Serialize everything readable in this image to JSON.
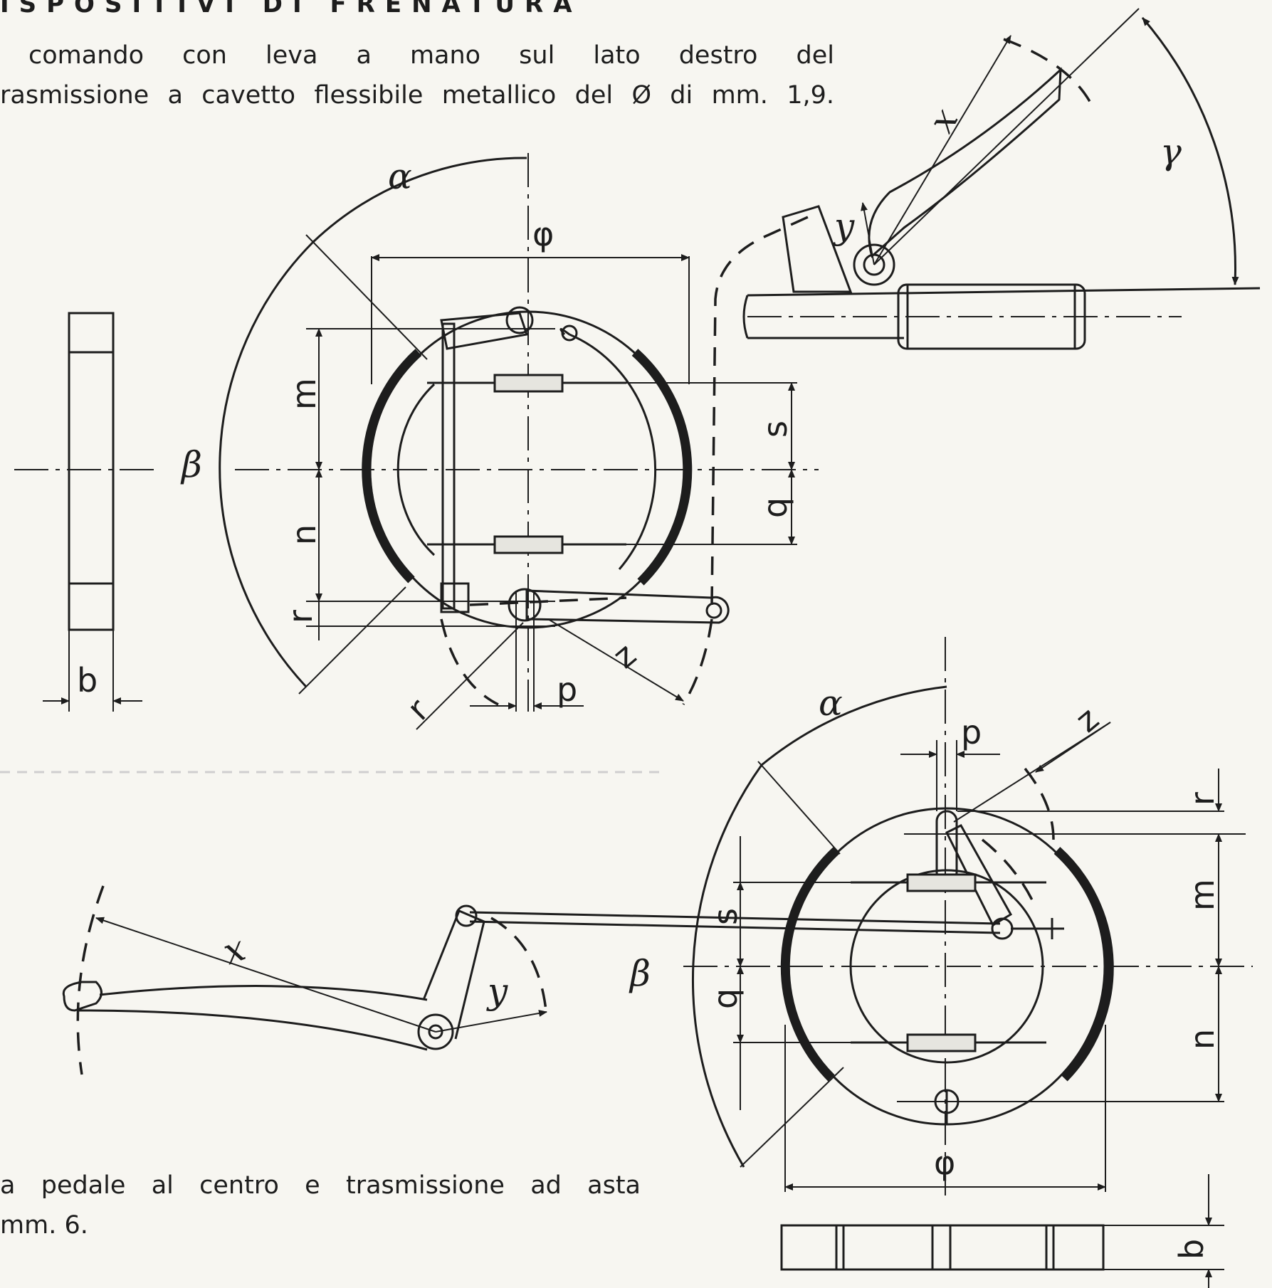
{
  "heading": "ISPOSITIVI DI FRENATURA",
  "paragraph_top": {
    "line1": "comando con leva a mano sul lato destro del",
    "line2": "rasmissione a cavetto flessibile metallico del Ø di mm. 1,9."
  },
  "paragraph_bottom": {
    "line1": "a pedale al centro e trasmissione ad asta",
    "line2": "mm. 6."
  },
  "labels": {
    "alpha": "α",
    "beta": "β",
    "gamma": "γ",
    "phi": "φ",
    "x": "x",
    "y": "y",
    "m": "m",
    "n": "n",
    "s": "s",
    "q": "q",
    "r": "r",
    "b": "b",
    "p": "p",
    "z": "z"
  }
}
